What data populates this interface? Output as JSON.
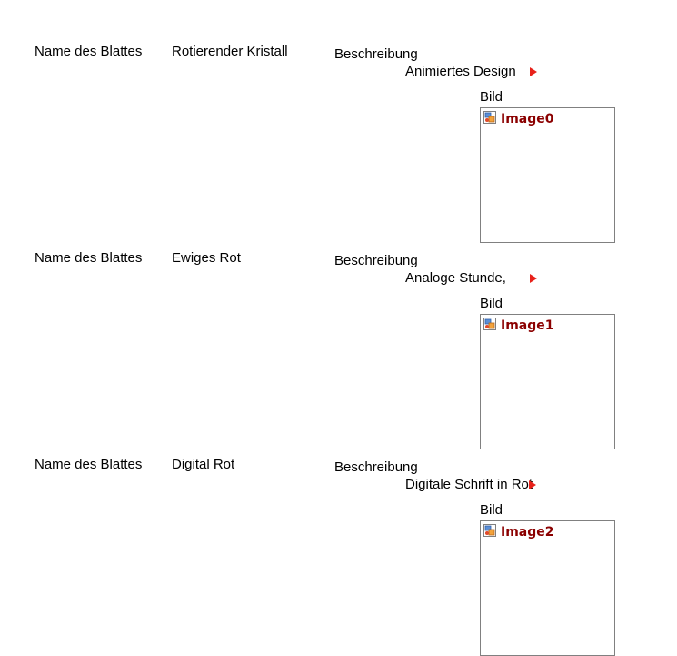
{
  "records": [
    {
      "sheet_name_label": "Name des Blattes",
      "sheet_name": "Rotierender Kristall",
      "description_label": "Beschreibung",
      "description": "Animiertes Design",
      "image_label": "Bild",
      "image_name": "Image0"
    },
    {
      "sheet_name_label": "Name des Blattes",
      "sheet_name": "Ewiges Rot",
      "description_label": "Beschreibung",
      "description": "Analoge Stunde,",
      "image_label": "Bild",
      "image_name": "Image1"
    },
    {
      "sheet_name_label": "Name des Blattes",
      "sheet_name": "Digital Rot",
      "description_label": "Beschreibung",
      "description": "Digitale Schrift in Rot",
      "image_label": "Bild",
      "image_name": "Image2"
    }
  ],
  "colors": {
    "arrow": "#e8211a",
    "image_name": "#8b0000",
    "frame_border": "#808080"
  },
  "icons": {
    "description_arrow": "play-arrow-icon",
    "image_placeholder": "broken-image-icon"
  }
}
